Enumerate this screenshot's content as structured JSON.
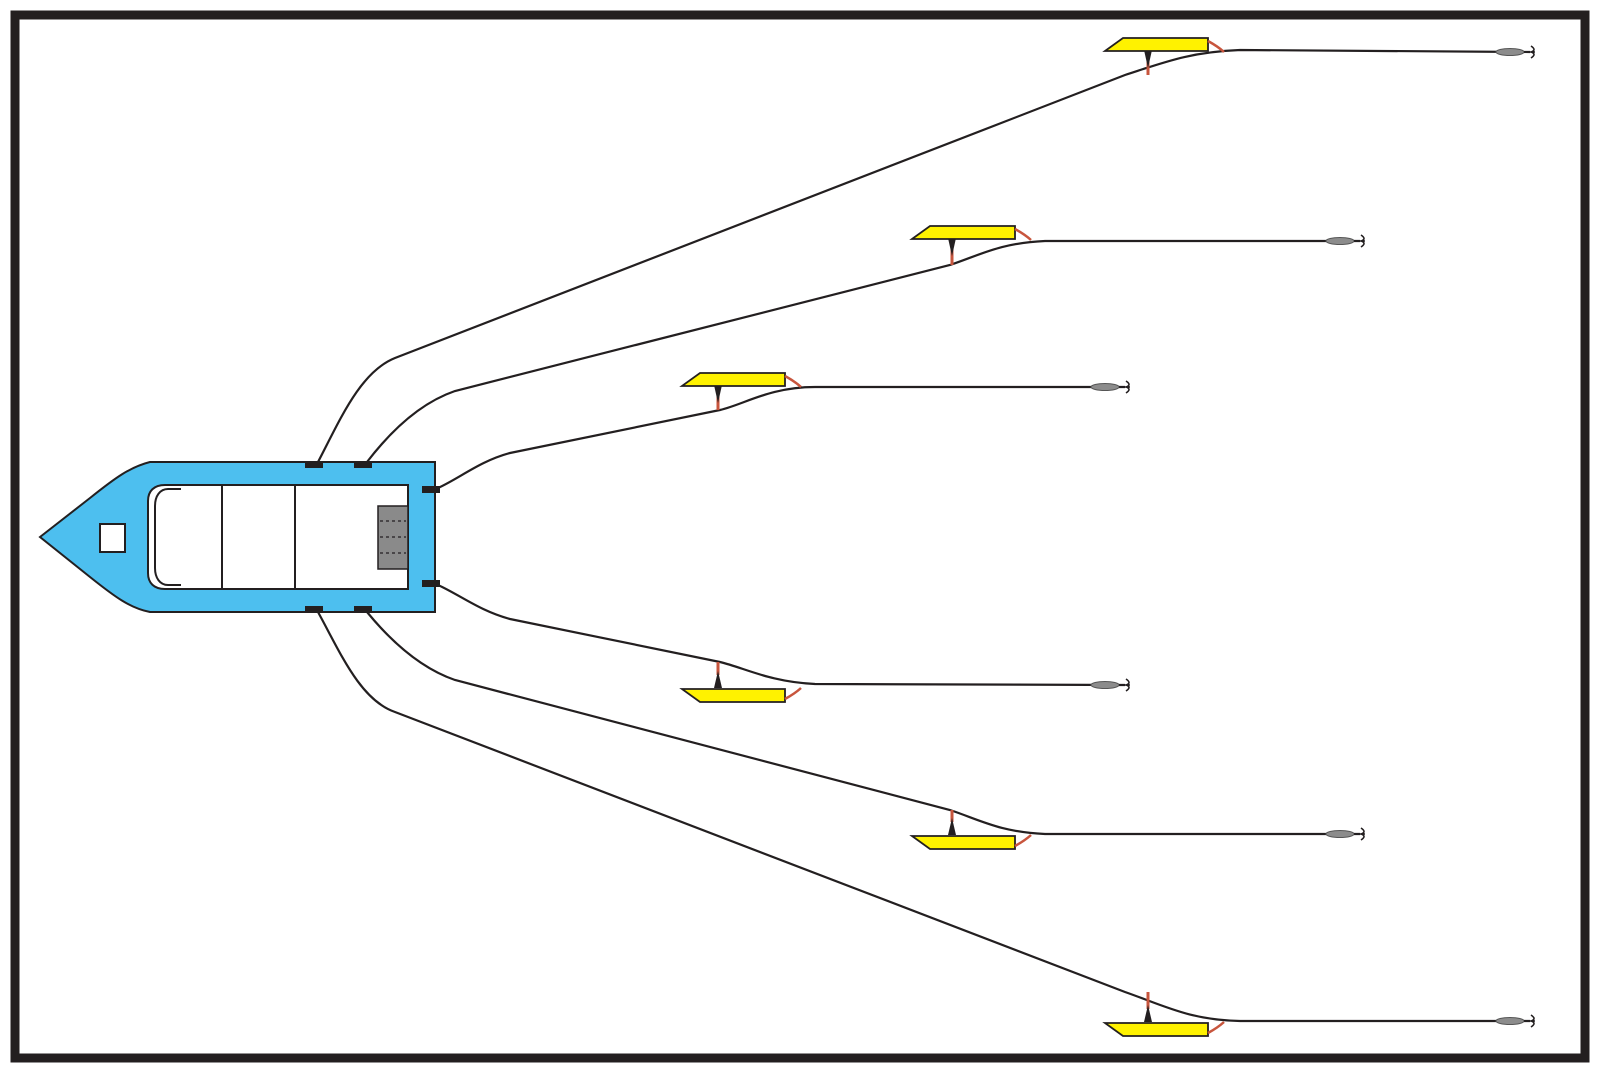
{
  "diagram": {
    "colors": {
      "frame": "#231f20",
      "boat_hull": "#4dbfef",
      "boat_outline": "#231f20",
      "deck": "#ffffff",
      "engine": "#8a8a8a",
      "planer_board": "#fff200",
      "lure": "#8c8c8c",
      "release_clip": "#c8553d",
      "line": "#231f20"
    },
    "icons": {
      "boat": "boat-icon",
      "planer_board": "planer-board-icon",
      "lure": "lure-icon",
      "hook": "treble-hook-icon"
    },
    "trolling_lines": [
      {
        "side": "port",
        "position": "outer"
      },
      {
        "side": "port",
        "position": "middle"
      },
      {
        "side": "port",
        "position": "inner"
      },
      {
        "side": "starboard",
        "position": "inner"
      },
      {
        "side": "starboard",
        "position": "middle"
      },
      {
        "side": "starboard",
        "position": "outer"
      }
    ]
  }
}
